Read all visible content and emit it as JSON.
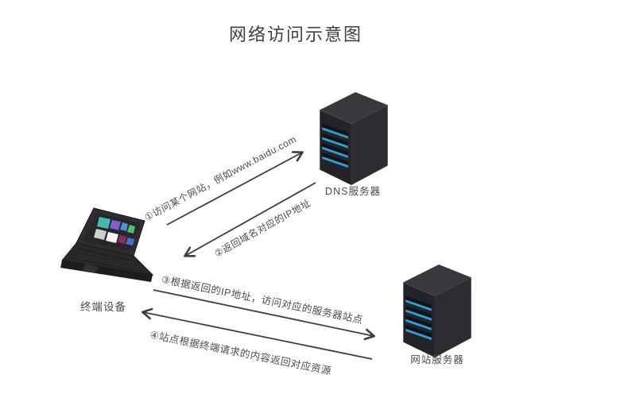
{
  "title": "网络访问示意图",
  "nodes": {
    "terminal": {
      "label": "终端设备",
      "icon": "laptop-icon"
    },
    "dns": {
      "label": "DNS服务器",
      "icon": "server-tower-icon"
    },
    "web": {
      "label": "网站服务器",
      "icon": "server-tower-icon"
    }
  },
  "arrows": [
    {
      "step": "①",
      "label": "①访问某个网站，例如www.baidu.com",
      "from": "终端设备",
      "to": "DNS服务器"
    },
    {
      "step": "②",
      "label": "②返回域名对应的IP地址",
      "from": "DNS服务器",
      "to": "终端设备"
    },
    {
      "step": "③",
      "label": "③根据返回的IP地址，访问对应的服务器站点",
      "from": "终端设备",
      "to": "网站服务器"
    },
    {
      "step": "④",
      "label": "④站点根据终端请求的内容返回对应资源",
      "from": "网站服务器",
      "to": "终端设备"
    }
  ],
  "colors": {
    "background": "#ffffff",
    "title_text": "#3f3f3f",
    "label_text": "#4a4a4a",
    "arrow_stroke": "#3d3d3d",
    "server_left_face": "#232328",
    "server_right_face": "#2c2c31",
    "server_top_face": "#38383d",
    "server_slot_dark": "#121215",
    "server_slot_blue": "#2b9fd8",
    "laptop_body": "#2a2a2d",
    "laptop_screen": "#26262b",
    "tile_teal": "#45b8b0",
    "tile_purple": "#7e62c8",
    "tile_blue": "#4a6fd0",
    "tile_green": "#57b96a",
    "tile_gray": "#cfcfcf",
    "tile_white": "#f5f5f5",
    "tile_maroon": "#8e2960"
  }
}
